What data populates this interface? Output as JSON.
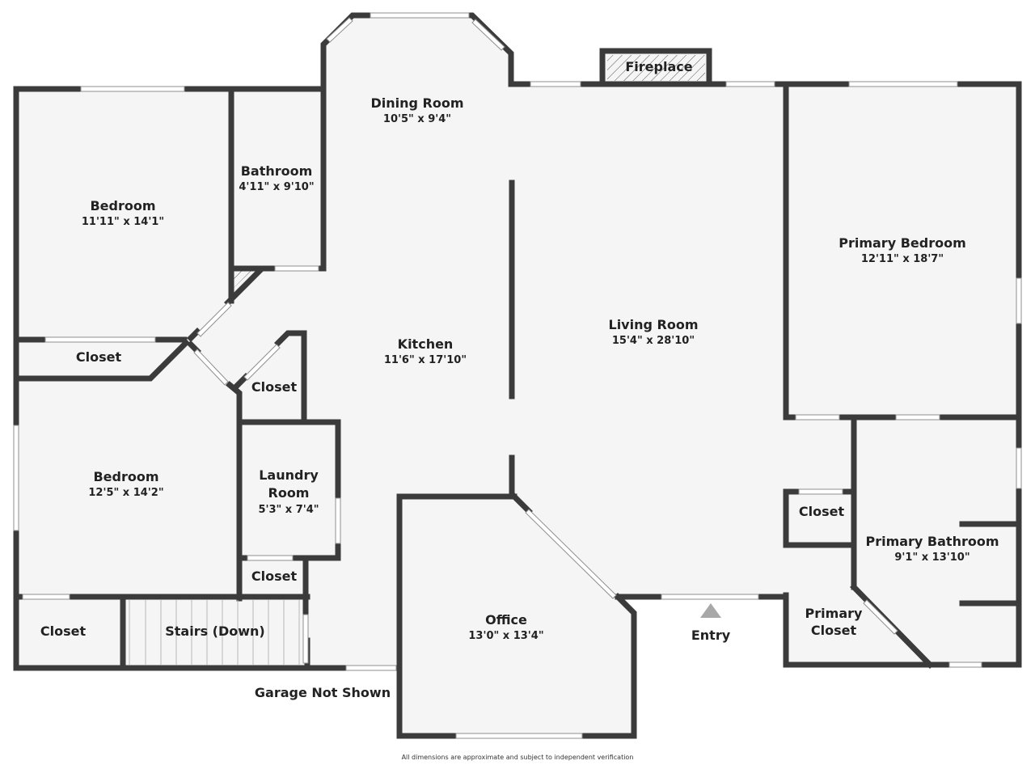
{
  "rooms": [
    {
      "key": "dining",
      "name": "Dining Room",
      "dim": "10'5\" x 9'4\""
    },
    {
      "key": "bath",
      "name": "Bathroom",
      "dim": "4'11\" x 9'10\""
    },
    {
      "key": "bed1",
      "name": "Bedroom",
      "dim": "11'11\" x 14'1\""
    },
    {
      "key": "bed2",
      "name": "Bedroom",
      "dim": "12'5\" x 14'2\""
    },
    {
      "key": "kitchen",
      "name": "Kitchen",
      "dim": "11'6\" x 17'10\""
    },
    {
      "key": "living",
      "name": "Living Room",
      "dim": "15'4\" x 28'10\""
    },
    {
      "key": "primary_bed",
      "name": "Primary Bedroom",
      "dim": "12'11\" x 18'7\""
    },
    {
      "key": "primary_bath",
      "name": "Primary Bathroom",
      "dim": "9'1\" x 13'10\""
    },
    {
      "key": "laundry",
      "name_lines": [
        "Laundry",
        "Room"
      ],
      "dim": "5'3\" x 7'4\""
    },
    {
      "key": "office",
      "name": "Office",
      "dim": "13'0\" x 13'4\""
    }
  ],
  "labels": {
    "fireplace": "Fireplace",
    "closet_a": "Closet",
    "closet_b": "Closet",
    "closet_c": "Closet",
    "closet_d": "Closet",
    "closet_e": "Closet",
    "stairs": "Stairs (Down)",
    "entry": "Entry",
    "primary_closet": [
      "Primary",
      "Closet"
    ],
    "garage": "Garage Not Shown"
  },
  "footnote": "All dimensions are approximate and subject to independent verification",
  "colors": {
    "wall": "#3b3b3b",
    "floor": "#f5f5f5",
    "entry_marker": "#a8a8a8"
  }
}
